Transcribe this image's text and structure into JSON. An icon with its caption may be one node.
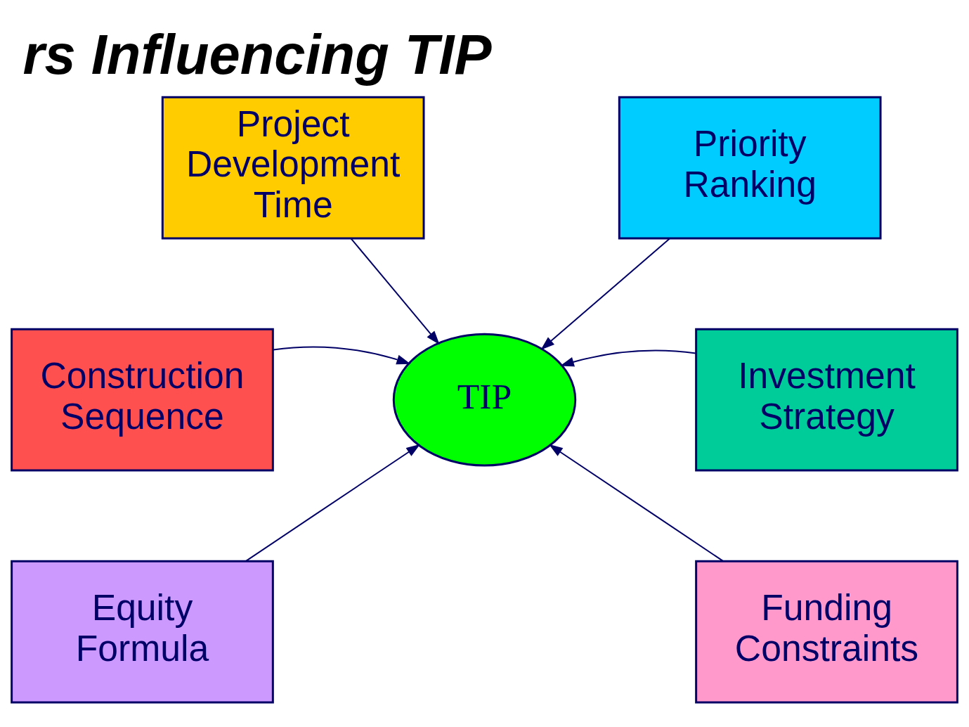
{
  "diagram": {
    "title": "rs Influencing TIP",
    "nodes": [
      {
        "text": [
          "Project Development Time"
        ]
      },
      {
        "text": [
          "Priority Ranking"
        ]
      },
      {
        "text": [
          "Construction Sequence"
        ]
      },
      {
        "text": [
          "TIP"
        ]
      },
      {
        "text": [
          "Investment Strategy"
        ]
      },
      {
        "text": [
          "Equity Formula"
        ]
      },
      {
        "text": [
          "Funding Constraints"
        ]
      }
    ],
    "edges": [
      {
        "from": 0,
        "to": 3,
        "arrow": "to"
      },
      {
        "from": 1,
        "to": 3,
        "arrow": "to"
      },
      {
        "from": 2,
        "to": 3,
        "arrow": "to"
      },
      {
        "from": 4,
        "to": 3,
        "arrow": "to"
      },
      {
        "from": 5,
        "to": 3,
        "arrow": "to"
      },
      {
        "from": 6,
        "to": 3,
        "arrow": "to"
      }
    ]
  }
}
